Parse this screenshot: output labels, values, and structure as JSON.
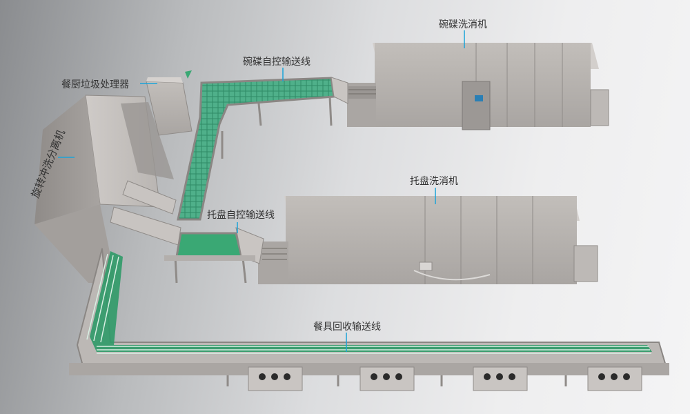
{
  "labels": {
    "dish_washer": "碗碟洗消机",
    "dish_conveyor": "碗碟自控输送线",
    "waste_processor": "餐厨垃圾处理器",
    "rotary_separator": "旋转冲洗分离机",
    "tray_washer": "托盘洗消机",
    "tray_conveyor": "托盘自控输送线",
    "return_conveyor": "餐具回收输送线"
  },
  "colors": {
    "steel": "#b7b3b0",
    "belt_green": "#3aa874",
    "leader_line": "#1aa3d9"
  }
}
